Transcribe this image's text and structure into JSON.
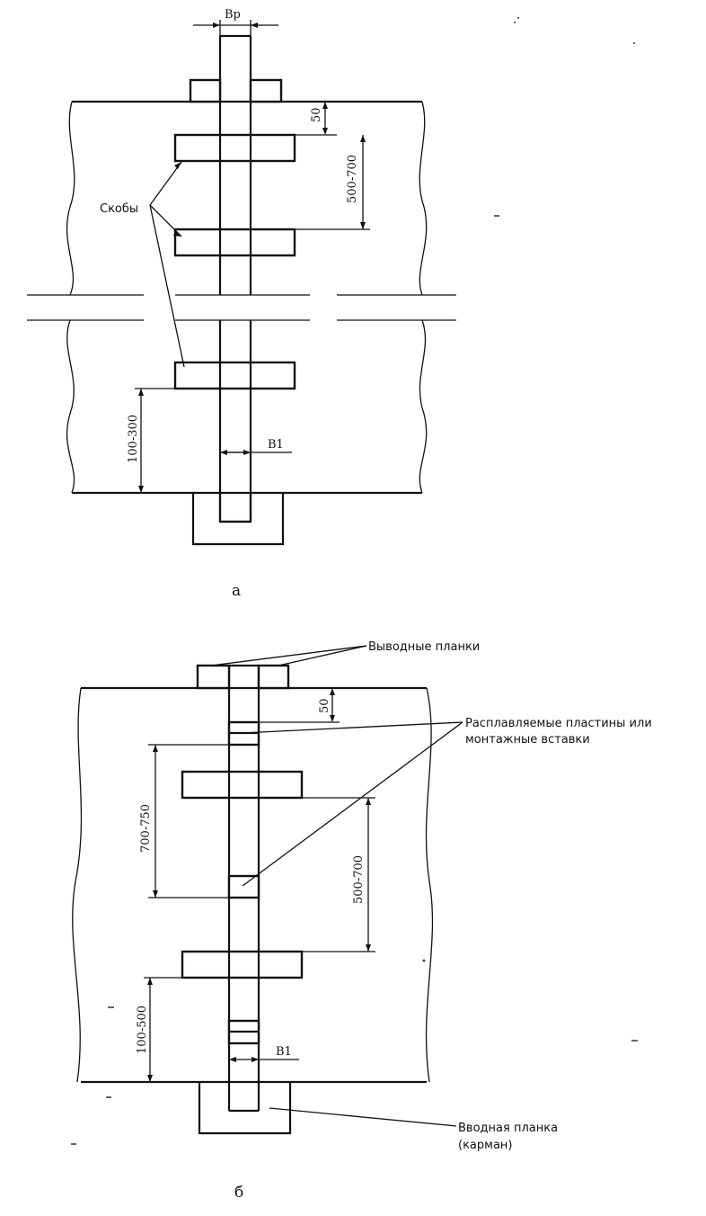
{
  "panel_a": {
    "caption": "а",
    "top_width_label": "Bp",
    "bottom_width_label": "B1",
    "dim_top_gap": "50",
    "dim_bracket_spacing": "500-700",
    "dim_bottom_gap": "100-300",
    "brackets_label": "Скобы"
  },
  "panel_b": {
    "caption": "б",
    "outlet_tabs_label": "Выводные планки",
    "insert_label_line1": "Расплавляемые пластины или",
    "insert_label_line2": "монтажные вставки",
    "inlet_tab_label_line1": "Вводная планка",
    "inlet_tab_label_line2": "(карман)",
    "dim_top_gap": "50",
    "dim_insert_spacing": "700-750",
    "dim_bracket_spacing": "500-700",
    "dim_bottom_gap": "100-500",
    "bottom_width_label": "B1"
  }
}
